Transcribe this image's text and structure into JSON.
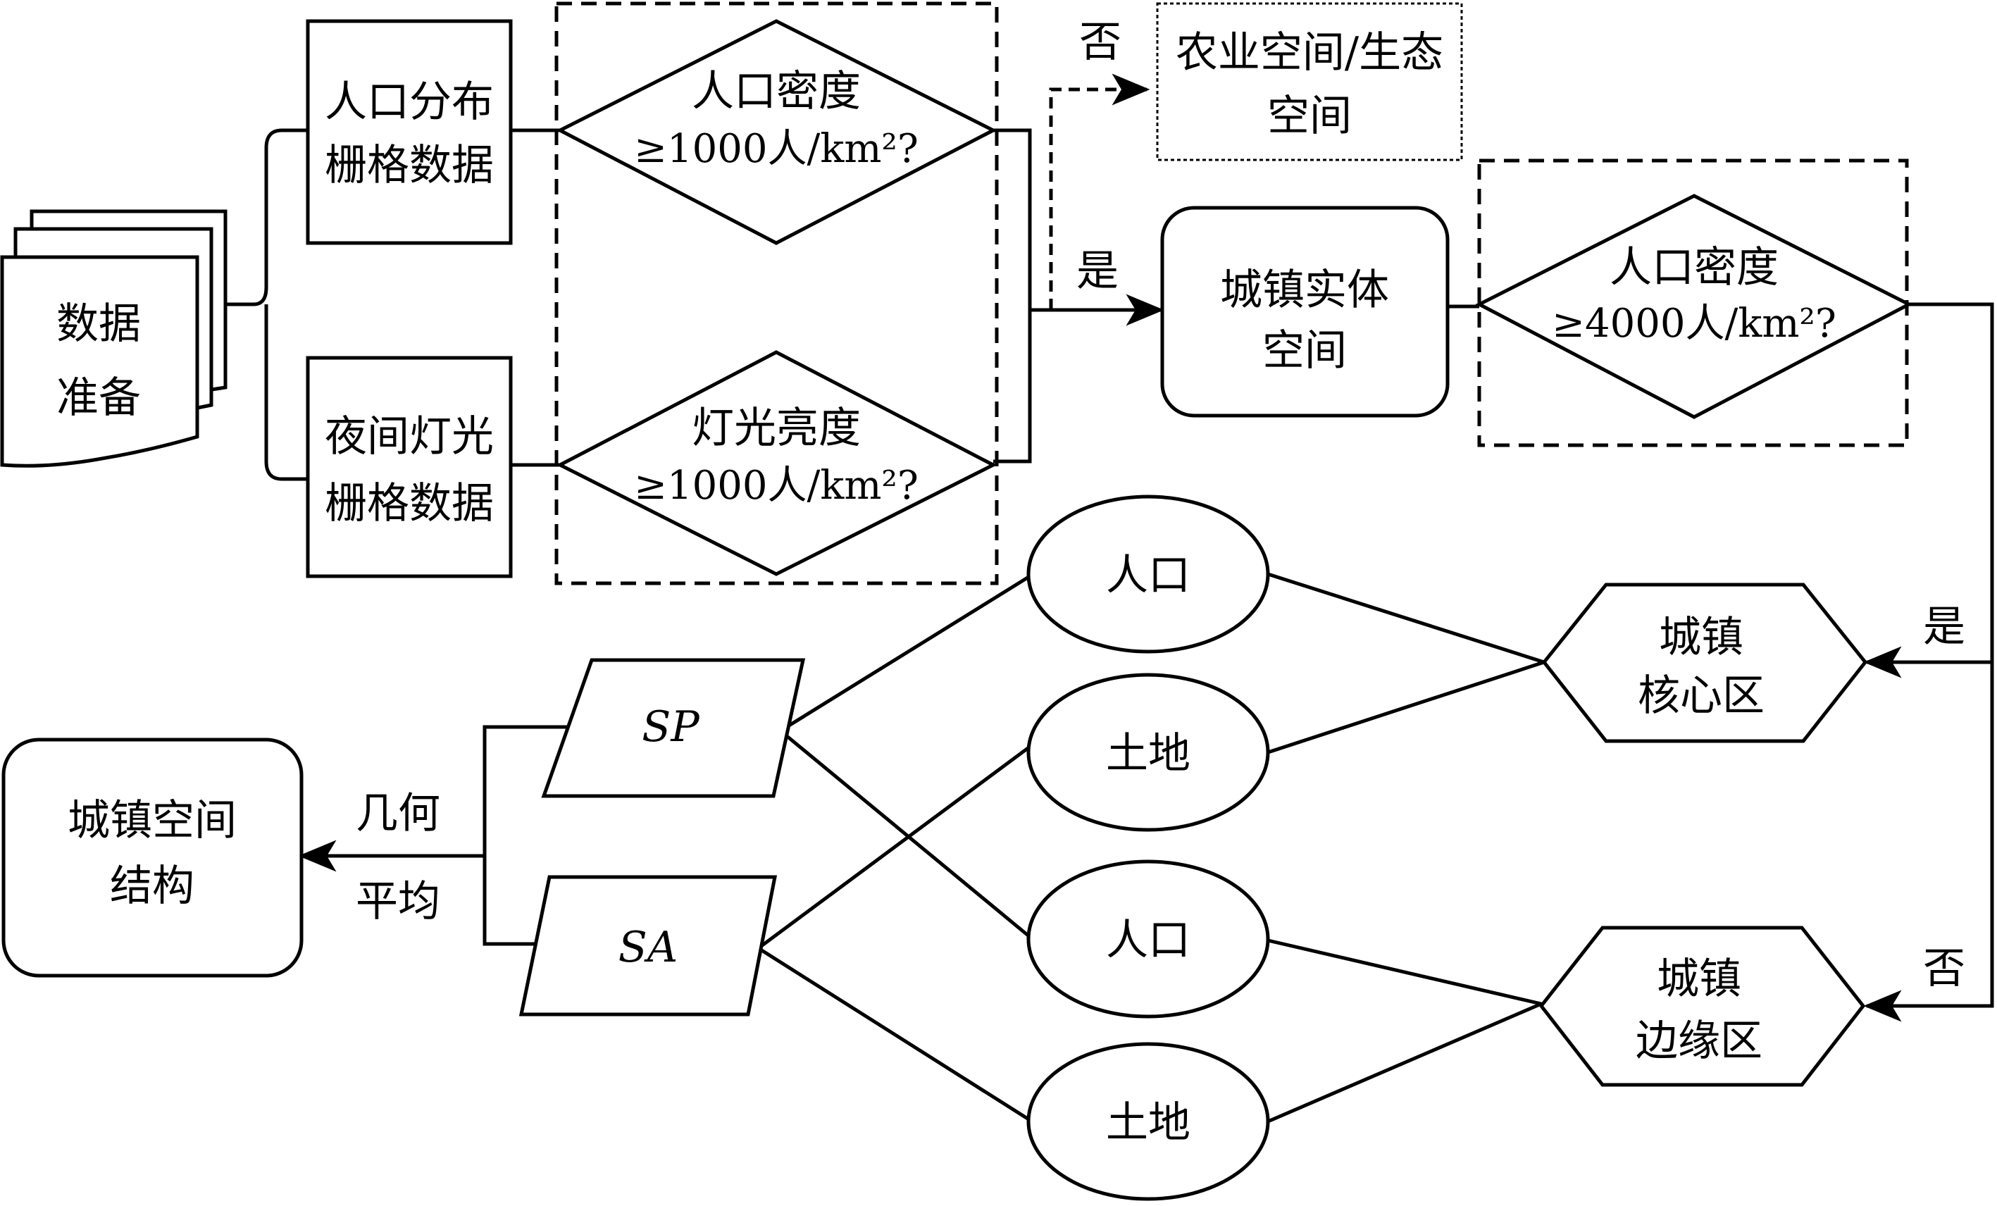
{
  "nodes": {
    "data_prep": [
      "数据",
      "准备"
    ],
    "pop_grid": [
      "人口分布",
      "栅格数据"
    ],
    "light_grid": [
      "夜间灯光",
      "栅格数据"
    ],
    "pop_density_1000": [
      "人口密度",
      "≥1000人/km²?"
    ],
    "light_brightness": [
      "灯光亮度",
      "≥1000人/km²?"
    ],
    "agri_eco_space": [
      "农业空间/生态",
      "空间"
    ],
    "urban_entity_space": [
      "城镇实体",
      "空间"
    ],
    "pop_density_4000": [
      "人口密度",
      "≥4000人/km²?"
    ],
    "urban_core": [
      "城镇",
      "核心区"
    ],
    "urban_edge": [
      "城镇",
      "边缘区"
    ],
    "core_population": "人口",
    "core_land": "土地",
    "edge_population": "人口",
    "edge_land": "土地",
    "sp": "SP",
    "sa": "SA",
    "urban_structure": [
      "城镇空间",
      "结构"
    ]
  },
  "edge_labels": {
    "no_top": "否",
    "yes_top": "是",
    "yes_right": "是",
    "no_right": "否",
    "geometric_mean": [
      "几何",
      "平均"
    ]
  }
}
